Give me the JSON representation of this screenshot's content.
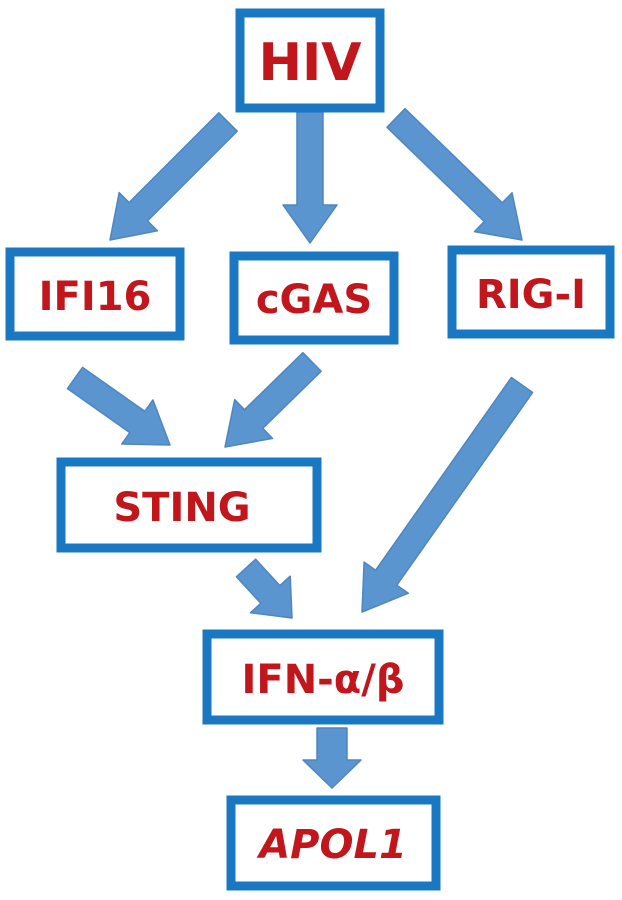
{
  "colors": {
    "box_border": "#1a78c2",
    "label_text": "#c0161c",
    "arrow_fill": "#5b95d0"
  },
  "nodes": {
    "hiv": "HIV",
    "ifi16": "IFI16",
    "cgas": "cGAS",
    "rigi": "RIG-I",
    "sting": "STING",
    "ifn": "IFN-α/β",
    "apol1": "APOL1"
  },
  "edges": [
    {
      "from": "HIV",
      "to": "IFI16"
    },
    {
      "from": "HIV",
      "to": "cGAS"
    },
    {
      "from": "HIV",
      "to": "RIG-I"
    },
    {
      "from": "IFI16",
      "to": "STING"
    },
    {
      "from": "cGAS",
      "to": "STING"
    },
    {
      "from": "RIG-I",
      "to": "IFN-α/β"
    },
    {
      "from": "STING",
      "to": "IFN-α/β"
    },
    {
      "from": "IFN-α/β",
      "to": "APOL1"
    }
  ]
}
